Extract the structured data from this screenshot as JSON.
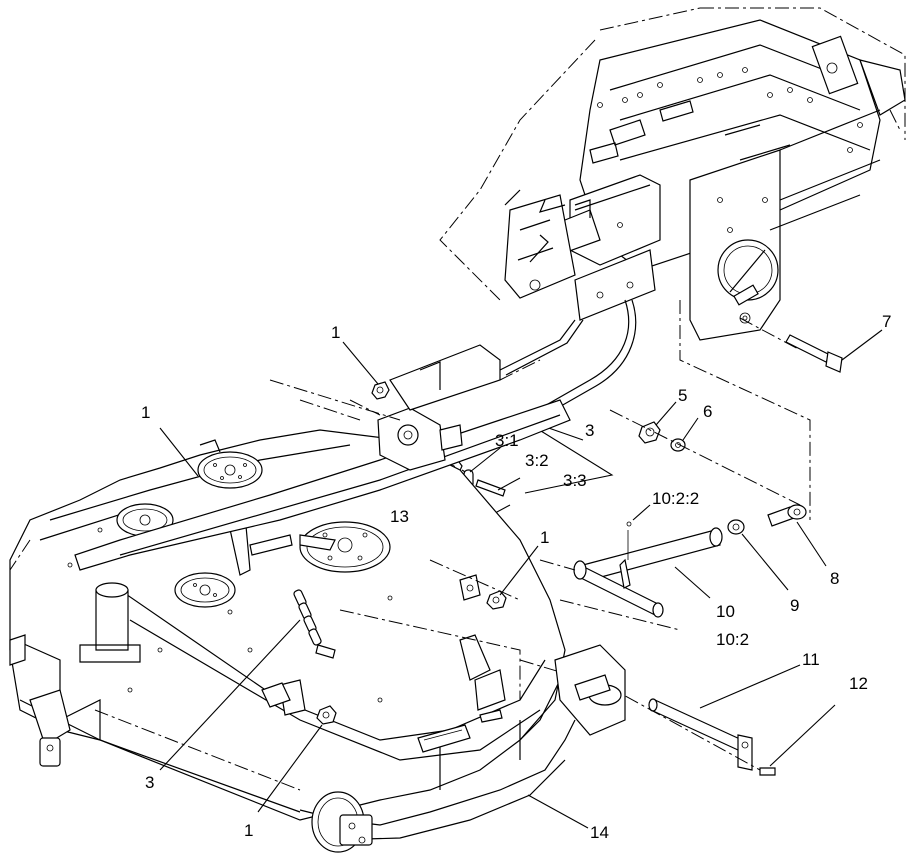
{
  "callouts": {
    "c1_top": "1",
    "c1_left": "1",
    "c1_right": "1",
    "c1_bottom": "1",
    "c3_main": "3",
    "c3_1": "3:1",
    "c3_2": "3:2",
    "c3_3": "3:3",
    "c3_bottom": "3",
    "c5": "5",
    "c6": "6",
    "c7": "7",
    "c8": "8",
    "c9": "9",
    "c10": "10",
    "c10_2": "10:2",
    "c10_2_2": "10:2:2",
    "c11": "11",
    "c12": "12",
    "c13": "13",
    "c14": "14"
  },
  "colors": {
    "line": "#000000",
    "background": "#ffffff"
  }
}
